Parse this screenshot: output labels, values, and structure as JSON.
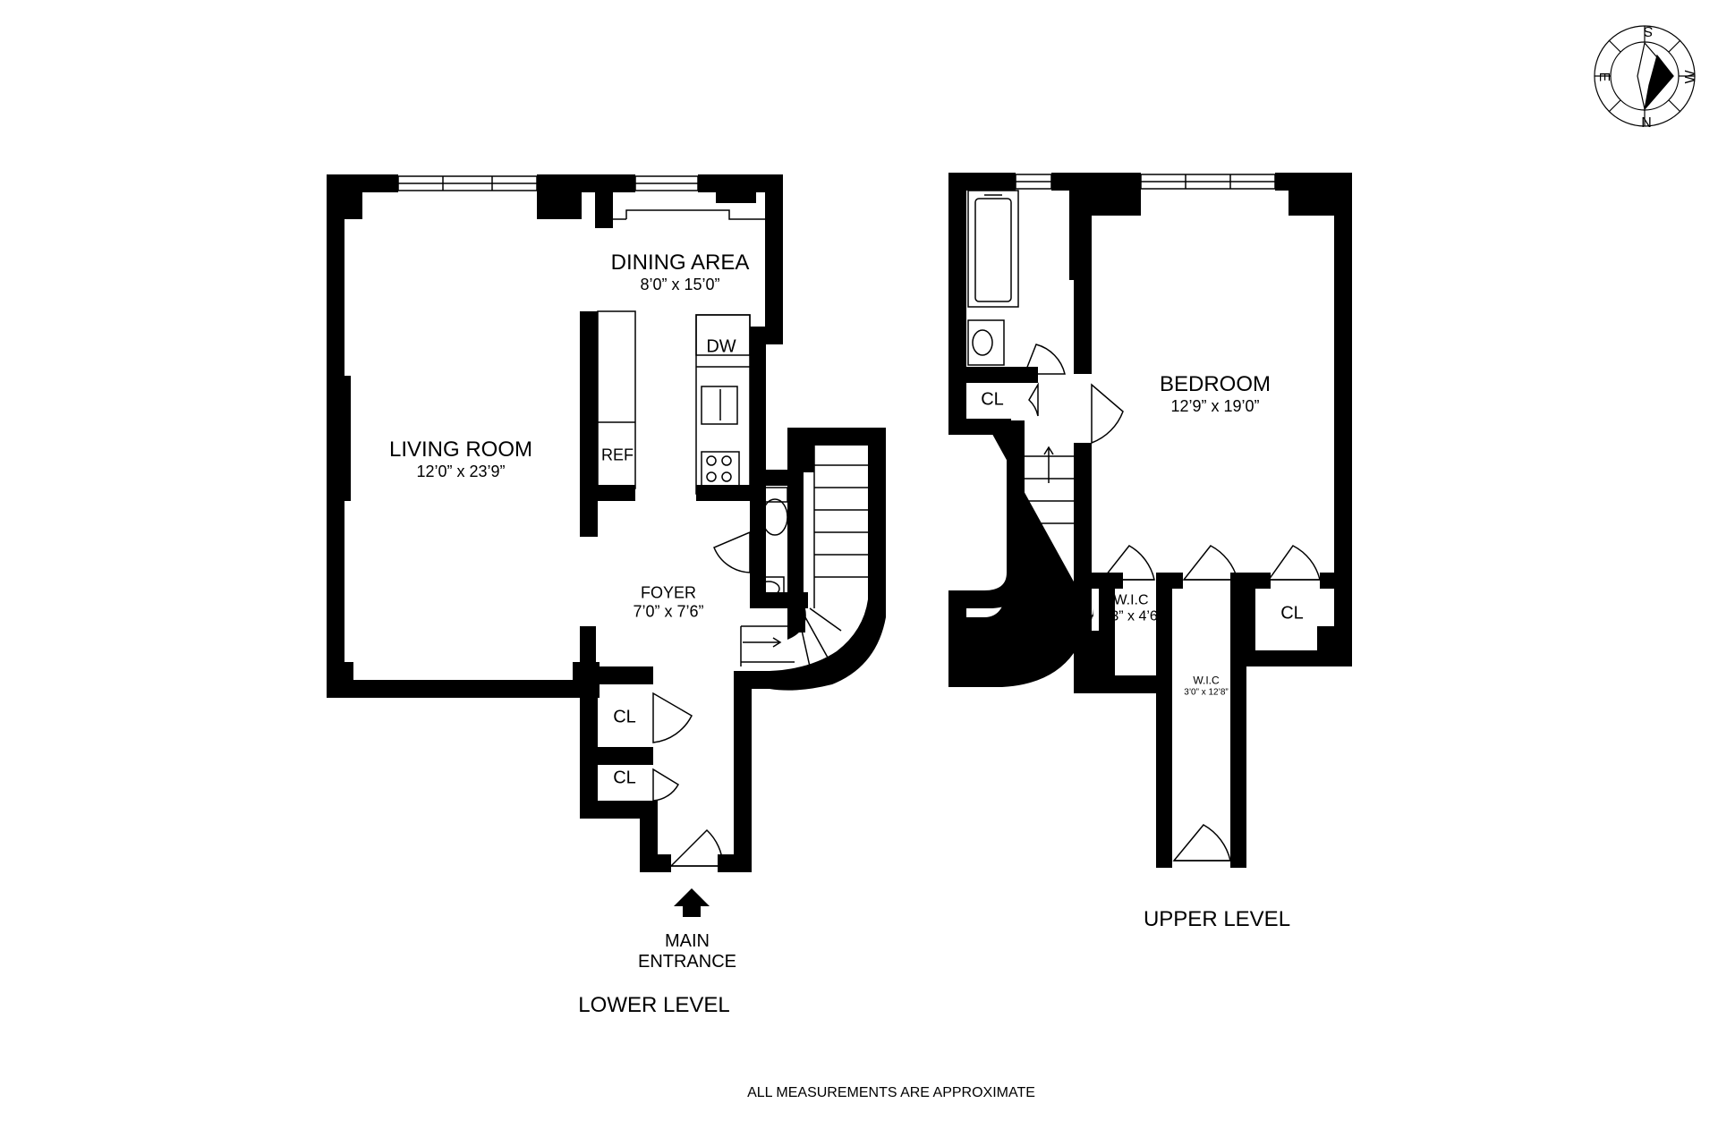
{
  "compass": {
    "n": "N",
    "s": "S",
    "e": "E",
    "w": "W"
  },
  "lower_level": {
    "title": "LOWER LEVEL",
    "entrance_label": [
      "MAIN",
      "ENTRANCE"
    ],
    "living_room": {
      "name": "LIVING ROOM",
      "dims": "12’0” x 23’9”"
    },
    "dining_area": {
      "name": "DINING AREA",
      "dims": "8’0” x 15’0”"
    },
    "foyer": {
      "name": "FOYER",
      "dims": "7’0” x 7’6”"
    },
    "dw": "DW",
    "ref": "REF",
    "closet_1": "CL",
    "closet_2": "CL"
  },
  "upper_level": {
    "title": "UPPER LEVEL",
    "bedroom": {
      "name": "BEDROOM",
      "dims": "12’9” x 19’0”"
    },
    "wic_small": {
      "name": "W.I.C",
      "dims": "4’3” x 4’6”"
    },
    "wic_long": {
      "name": "W.I.C",
      "dims": "3’0” x 12’8”"
    },
    "closet_bath": "CL",
    "closet_bedroom": "CL"
  },
  "footnote": "ALL MEASUREMENTS ARE APPROXIMATE"
}
